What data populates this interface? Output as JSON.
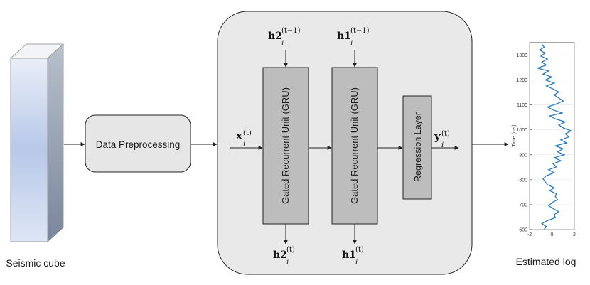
{
  "labels": {
    "seismic_cube": "Seismic cube",
    "data_preprocessing": "Data Preprocessing",
    "gru": "Gated Recurrent Unit (GRU)",
    "regression": "Regression Layer",
    "estimated_log": "Estimated log"
  },
  "math": {
    "x_base": "x",
    "x_sub": "i",
    "x_sup": "(t)",
    "y_base": "y",
    "y_sub": "i",
    "y_sup": "(t)",
    "h2_base": "h2",
    "h1_base": "h1",
    "sub_i": "i",
    "sup_prev": "(t−1)",
    "sup_t": "(t)"
  },
  "chart_data": {
    "type": "line",
    "ylabel": "Time (ms)",
    "xlabel": "",
    "title": "",
    "xlim": [
      -2,
      2
    ],
    "ylim": [
      1350,
      600
    ],
    "xticks": [
      "-2",
      "0",
      "2"
    ],
    "yticks": [
      "600",
      "700",
      "800",
      "900",
      "1000",
      "1100",
      "1200",
      "1300"
    ],
    "series": [
      {
        "x": [
          -0.7,
          -0.5,
          -0.9,
          -0.4,
          0.3,
          0.2,
          0.6,
          0.1,
          -0.3,
          0.0,
          0.5,
          0.3,
          0.4,
          -0.2,
          0.2,
          -0.4,
          -0.6,
          -0.8,
          -0.5,
          0.2,
          -0.3,
          0.4,
          0.1,
          0.8,
          0.2,
          1.1,
          0.5,
          1.0,
          0.3,
          1.3,
          0.8,
          1.5,
          1.2,
          1.7,
          1.0,
          0.6,
          1.2,
          0.3,
          -0.2,
          0.9,
          0.1,
          -0.4,
          0.4,
          1.0,
          0.6,
          0.2,
          0.6,
          0.1,
          -0.5,
          0.2,
          -0.6,
          0.0,
          -0.8,
          -0.3,
          -1.3,
          -0.5,
          -0.9,
          -0.4,
          -1.0,
          -0.6,
          -1.1,
          -0.7,
          -0.9
        ],
        "y": [
          600,
          612,
          624,
          636,
          648,
          660,
          672,
          684,
          696,
          708,
          720,
          732,
          744,
          756,
          768,
          780,
          792,
          804,
          816,
          828,
          840,
          852,
          864,
          876,
          888,
          900,
          912,
          924,
          936,
          948,
          960,
          972,
          984,
          996,
          1008,
          1020,
          1032,
          1044,
          1056,
          1068,
          1080,
          1092,
          1104,
          1116,
          1128,
          1140,
          1152,
          1164,
          1176,
          1188,
          1200,
          1212,
          1224,
          1236,
          1248,
          1260,
          1272,
          1284,
          1296,
          1308,
          1320,
          1332,
          1344
        ]
      }
    ]
  }
}
